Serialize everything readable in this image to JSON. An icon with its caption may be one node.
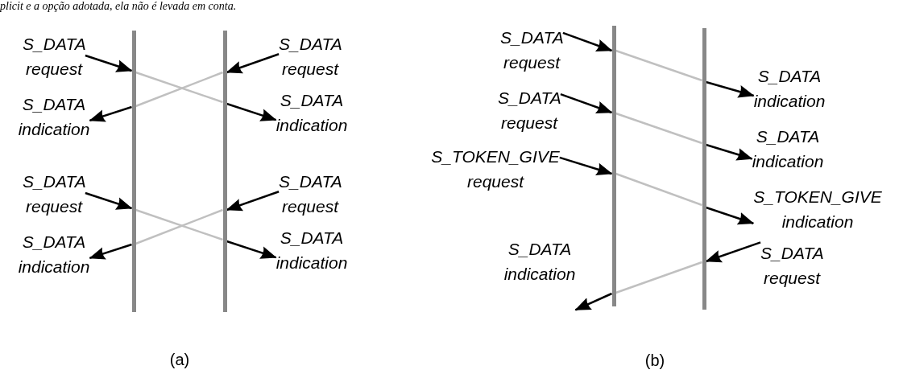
{
  "diagram": {
    "nodes": [
      {
        "text": [
          "S_DATA request"
        ]
      },
      {
        "text": [
          "S_DATA request"
        ]
      },
      {
        "text": [
          "S_DATA indication"
        ]
      },
      {
        "text": [
          "S_DATA indication"
        ]
      },
      {
        "text": [
          "S_DATA request"
        ]
      },
      {
        "text": [
          "S_DATA request"
        ]
      },
      {
        "text": [
          "S_DATA indication"
        ]
      },
      {
        "text": [
          "S_DATA indication"
        ]
      },
      {
        "text": [],
        "shape": "bar"
      },
      {
        "text": [],
        "shape": "bar"
      },
      {
        "text": [
          "S_DATA request"
        ]
      },
      {
        "text": [
          "S_DATA indication"
        ]
      },
      {
        "text": [
          "S_DATA request"
        ]
      },
      {
        "text": [
          "S_DATA indication"
        ]
      },
      {
        "text": [
          "S_TOKEN_GIVE request"
        ]
      },
      {
        "text": [
          "S_TOKEN_GIVE indication"
        ]
      },
      {
        "text": [
          "S_DATA indication"
        ]
      },
      {
        "text": [
          "S_DATA request"
        ]
      },
      {
        "text": [],
        "shape": "bar"
      },
      {
        "text": [],
        "shape": "bar"
      }
    ],
    "edges": [
      {
        "from": 0,
        "to": 8,
        "arrow": "to"
      },
      {
        "from": 8,
        "to": 9,
        "arrow": "none",
        "color": "#c0c0c0"
      },
      {
        "from": 9,
        "to": 3,
        "arrow": "to"
      },
      {
        "from": 1,
        "to": 9,
        "arrow": "to"
      },
      {
        "from": 9,
        "to": 8,
        "arrow": "none",
        "color": "#c0c0c0"
      },
      {
        "from": 8,
        "to": 2,
        "arrow": "to"
      },
      {
        "from": 4,
        "to": 8,
        "arrow": "to"
      },
      {
        "from": 8,
        "to": 9,
        "arrow": "none",
        "color": "#c0c0c0"
      },
      {
        "from": 9,
        "to": 7,
        "arrow": "to"
      },
      {
        "from": 5,
        "to": 9,
        "arrow": "to"
      },
      {
        "from": 9,
        "to": 8,
        "arrow": "none",
        "color": "#c0c0c0"
      },
      {
        "from": 8,
        "to": 6,
        "arrow": "to"
      },
      {
        "from": 10,
        "to": 18,
        "arrow": "to"
      },
      {
        "from": 18,
        "to": 19,
        "arrow": "none",
        "color": "#c0c0c0"
      },
      {
        "from": 19,
        "to": 11,
        "arrow": "to"
      },
      {
        "from": 12,
        "to": 18,
        "arrow": "to"
      },
      {
        "from": 18,
        "to": 19,
        "arrow": "none",
        "color": "#c0c0c0"
      },
      {
        "from": 19,
        "to": 13,
        "arrow": "to"
      },
      {
        "from": 14,
        "to": 18,
        "arrow": "to"
      },
      {
        "from": 18,
        "to": 19,
        "arrow": "none",
        "color": "#c0c0c0"
      },
      {
        "from": 19,
        "to": 15,
        "arrow": "to"
      },
      {
        "from": 17,
        "to": 19,
        "arrow": "to"
      },
      {
        "from": 19,
        "to": 18,
        "arrow": "none",
        "color": "#c0c0c0"
      },
      {
        "from": 18,
        "to": 16,
        "arrow": "to"
      }
    ],
    "labels": [
      "plicit e a opção adotada, ela não é levada em conta.",
      "(a)",
      "(b)"
    ]
  }
}
